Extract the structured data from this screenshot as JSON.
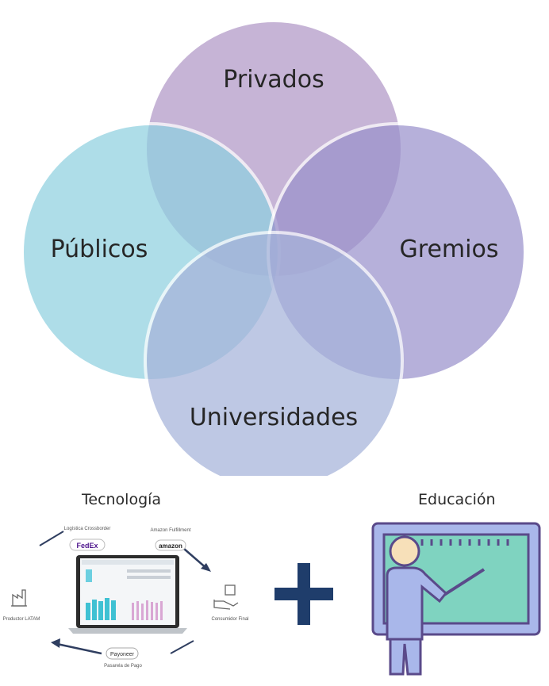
{
  "venn": {
    "labels": {
      "top": "Privados",
      "left": "Públicos",
      "right": "Gremios",
      "bottom": "Universidades"
    },
    "colors": {
      "top": "#b79fcb",
      "left": "#8fd0e0",
      "right": "#9a92cc",
      "bottom": "#a6b3da"
    }
  },
  "tecnologia": {
    "title": "Tecnología",
    "nodes": {
      "logistica": "Logística Crossborder",
      "fedex": "FedEx",
      "amazon": "Amazon Fulfillment",
      "amazon_logo": "amazon",
      "consumidor": "Consumidor Final",
      "payoneer": "Payoneer",
      "pasarela": "Pasarela de Pago",
      "productor": "Productor LATAM"
    }
  },
  "plus": {
    "color": "#1f3d6b"
  },
  "educacion": {
    "title": "Educación",
    "board_color": "#7fd3c0",
    "figure_color": "#a9b7ea"
  }
}
